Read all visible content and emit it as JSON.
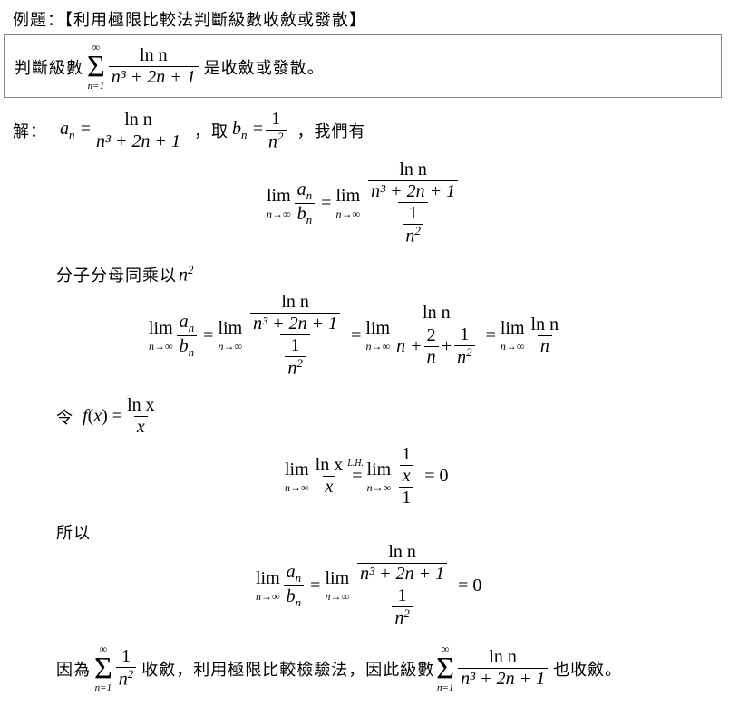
{
  "title": "例題：【利用極限比較法判斷級數收斂或發散】",
  "problem": {
    "prefix": "判斷級數",
    "suffix": "是收斂或發散。"
  },
  "solution": {
    "label": "解：",
    "take_b": "，取",
    "we_have": "，我們有",
    "multiply": "分子分母同乘以",
    "let": "令",
    "therefore": "所以",
    "because": "因為",
    "converges": "收斂，利用極限比較檢驗法，因此級數",
    "also_converges": "也收斂。",
    "lh_label": "L.H.",
    "zero": "0"
  },
  "math": {
    "ln_n": "ln n",
    "ln_x": "ln x",
    "sum_top": "∞",
    "sum_bottom": "n=1",
    "lim_sub": "n→∞",
    "den_cubic": "n³ + 2n + 1",
    "one": "1",
    "two": "2"
  }
}
